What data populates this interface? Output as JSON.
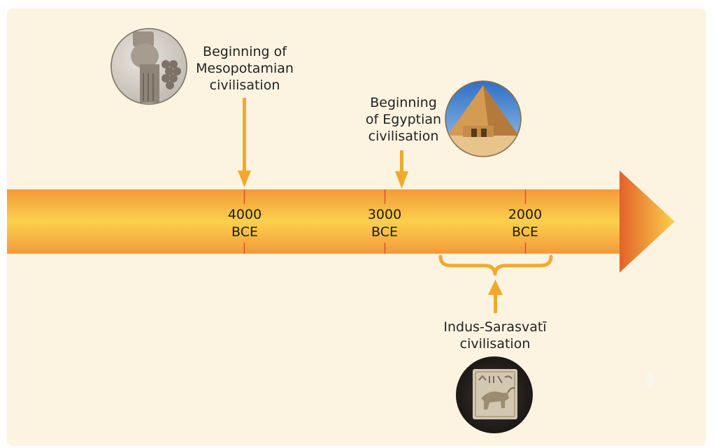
{
  "colors": {
    "background": "#fdf3e1",
    "arrow_light": "#fbd04c",
    "arrow_mid": "#f6a93b",
    "arrow_dark": "#e2622a",
    "pointer": "#f2a92b",
    "tick": "#d9542a",
    "text": "#222222"
  },
  "timeline": {
    "ticks": [
      {
        "year": "4000",
        "era": "BCE"
      },
      {
        "year": "3000",
        "era": "BCE"
      },
      {
        "year": "2000",
        "era": "BCE"
      }
    ]
  },
  "events": {
    "mesopotamia": {
      "lines": [
        "Beginning of",
        "Mesopotamian",
        "civilisation"
      ],
      "icon": "lamassu-statue-icon"
    },
    "egypt": {
      "lines": [
        "Beginning",
        "of Egyptian",
        "civilisation"
      ],
      "icon": "pyramid-icon"
    },
    "indus": {
      "lines": [
        "Indus-Sarasvatī",
        "civilisation"
      ],
      "icon": "indus-seal-icon"
    }
  }
}
